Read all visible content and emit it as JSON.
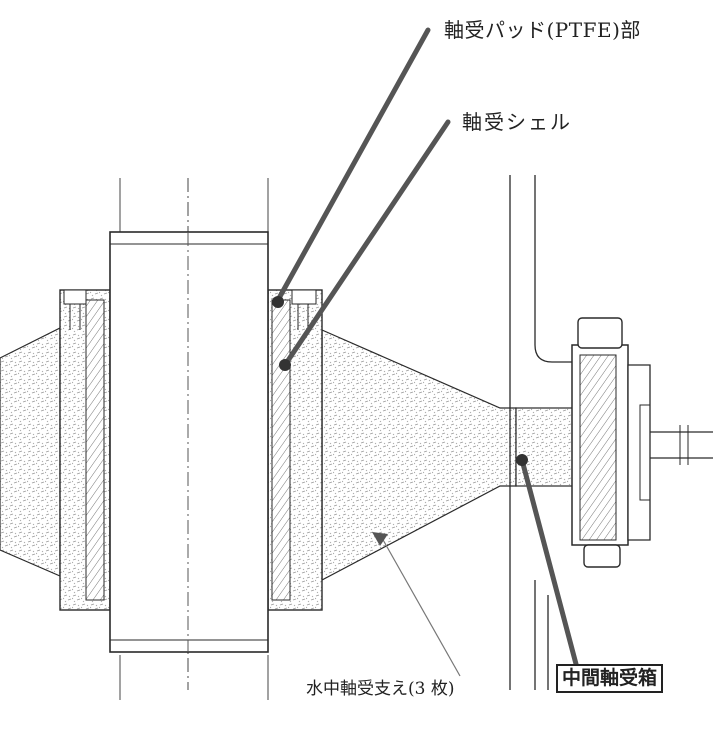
{
  "labels": {
    "bearing_pad": "軸受パッド(PTFE)部",
    "bearing_shell": "軸受シェル",
    "intermediate_bearing_box": "中間軸受箱",
    "underwater_bearing_support": "水中軸受支え(3 枚)"
  },
  "colors": {
    "line": "#2a2a2a",
    "leader": "#555555",
    "stipple": "#9a9a9a",
    "background": "#ffffff"
  }
}
